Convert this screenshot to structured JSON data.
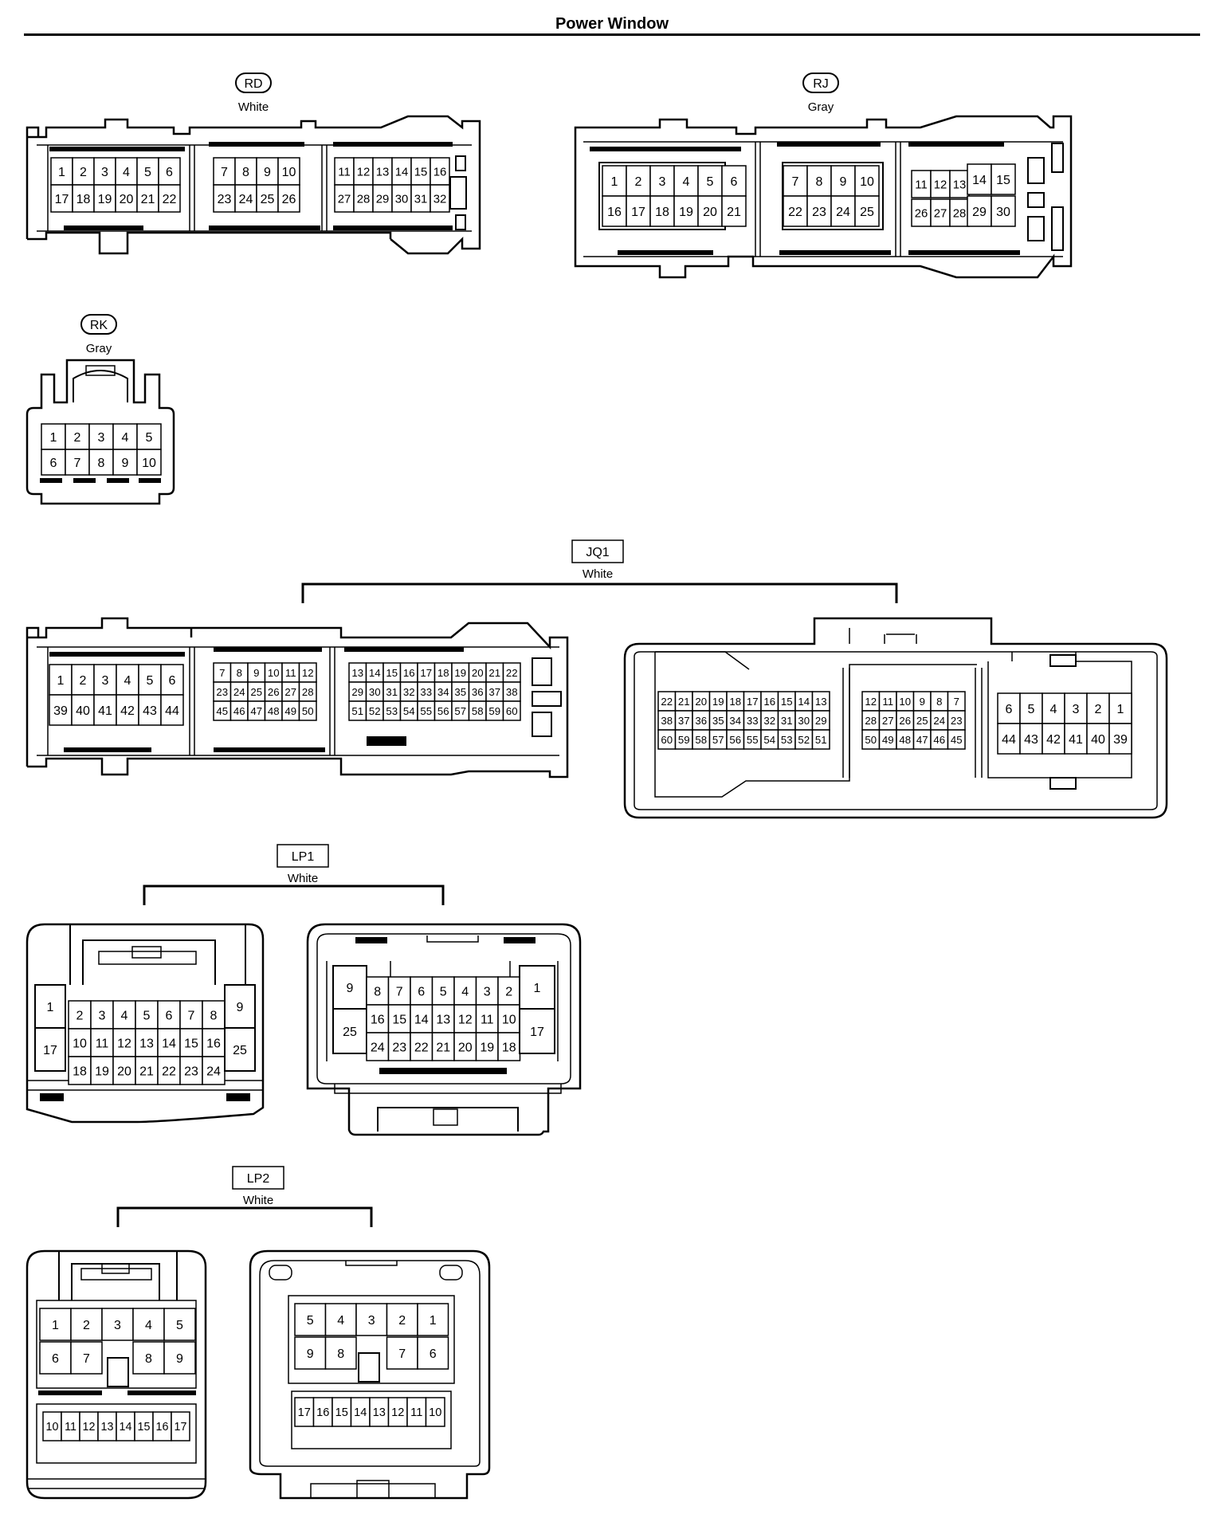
{
  "title": "Power Window",
  "connectors": [
    {
      "id": "RD",
      "color": "White",
      "tag": "oval",
      "rows": [
        [
          [
            "1",
            "2",
            "3",
            "4",
            "5",
            "6"
          ],
          [
            "7",
            "8",
            "9",
            "10"
          ],
          [
            "11",
            "12",
            "13",
            "14",
            "15",
            "16"
          ]
        ],
        [
          [
            "17",
            "18",
            "19",
            "20",
            "21",
            "22"
          ],
          [
            "23",
            "24",
            "25",
            "26"
          ],
          [
            "27",
            "28",
            "29",
            "30",
            "31",
            "32"
          ]
        ]
      ]
    },
    {
      "id": "RJ",
      "color": "Gray",
      "tag": "oval",
      "rows": [
        [
          [
            "1",
            "2",
            "3",
            "4",
            "5",
            "6"
          ],
          [
            "7",
            "8",
            "9",
            "10"
          ],
          [
            "11",
            "12",
            "13",
            "14",
            "15"
          ]
        ],
        [
          [
            "16",
            "17",
            "18",
            "19",
            "20",
            "21"
          ],
          [
            "22",
            "23",
            "24",
            "25"
          ],
          [
            "26",
            "27",
            "28",
            "29",
            "30"
          ]
        ]
      ]
    },
    {
      "id": "RK",
      "color": "Gray",
      "tag": "oval",
      "rows": [
        [
          [
            "1",
            "2",
            "3",
            "4",
            "5"
          ]
        ],
        [
          [
            "6",
            "7",
            "8",
            "9",
            "10"
          ]
        ]
      ]
    },
    {
      "id": "JQ1",
      "color": "White",
      "tag": "box",
      "left_rows": [
        [
          [
            "1",
            "2",
            "3",
            "4",
            "5",
            "6"
          ],
          [
            "7",
            "8",
            "9",
            "10",
            "11",
            "12"
          ],
          [
            "13",
            "14",
            "15",
            "16",
            "17",
            "18",
            "19",
            "20",
            "21",
            "22"
          ]
        ],
        [
          [
            "39",
            "40",
            "41",
            "42",
            "43",
            "44"
          ],
          [
            "23",
            "24",
            "25",
            "26",
            "27",
            "28"
          ],
          [
            "29",
            "30",
            "31",
            "32",
            "33",
            "34",
            "35",
            "36",
            "37",
            "38"
          ]
        ],
        [
          [],
          [
            "45",
            "46",
            "47",
            "48",
            "49",
            "50"
          ],
          [
            "51",
            "52",
            "53",
            "54",
            "55",
            "56",
            "57",
            "58",
            "59",
            "60"
          ]
        ]
      ],
      "right_rows": [
        [
          [
            "22",
            "21",
            "20",
            "19",
            "18",
            "17",
            "16",
            "15",
            "14",
            "13"
          ],
          [
            "12",
            "11",
            "10",
            "9",
            "8",
            "7"
          ],
          [
            "6",
            "5",
            "4",
            "3",
            "2",
            "1"
          ]
        ],
        [
          [
            "38",
            "37",
            "36",
            "35",
            "34",
            "33",
            "32",
            "31",
            "30",
            "29"
          ],
          [
            "28",
            "27",
            "26",
            "25",
            "24",
            "23"
          ],
          [
            "44",
            "43",
            "42",
            "41",
            "40",
            "39"
          ]
        ],
        [
          [
            "60",
            "59",
            "58",
            "57",
            "56",
            "55",
            "54",
            "53",
            "52",
            "51"
          ],
          [
            "50",
            "49",
            "48",
            "47",
            "46",
            "45"
          ],
          []
        ]
      ]
    },
    {
      "id": "LP1",
      "color": "White",
      "tag": "box",
      "left": {
        "side_left": [
          "1",
          "17"
        ],
        "center": [
          [
            "2",
            "3",
            "4",
            "5",
            "6",
            "7",
            "8"
          ],
          [
            "10",
            "11",
            "12",
            "13",
            "14",
            "15",
            "16"
          ],
          [
            "18",
            "19",
            "20",
            "21",
            "22",
            "23",
            "24"
          ]
        ],
        "side_right": [
          "9",
          "25"
        ]
      },
      "right": {
        "side_left": [
          "9",
          "25"
        ],
        "center": [
          [
            "8",
            "7",
            "6",
            "5",
            "4",
            "3",
            "2"
          ],
          [
            "16",
            "15",
            "14",
            "13",
            "12",
            "11",
            "10"
          ],
          [
            "24",
            "23",
            "22",
            "21",
            "20",
            "19",
            "18"
          ]
        ],
        "side_right": [
          "1",
          "17"
        ]
      }
    },
    {
      "id": "LP2",
      "color": "White",
      "tag": "box",
      "left": {
        "upper": [
          [
            "1",
            "2",
            "3",
            "4",
            "5"
          ],
          [
            "6",
            "7",
            "",
            "8",
            "9"
          ]
        ],
        "lower": [
          "10",
          "11",
          "12",
          "13",
          "14",
          "15",
          "16",
          "17"
        ]
      },
      "right": {
        "upper": [
          [
            "5",
            "4",
            "3",
            "2",
            "1"
          ],
          [
            "9",
            "8",
            "",
            "7",
            "6"
          ]
        ],
        "lower": [
          "17",
          "16",
          "15",
          "14",
          "13",
          "12",
          "11",
          "10"
        ]
      }
    }
  ]
}
